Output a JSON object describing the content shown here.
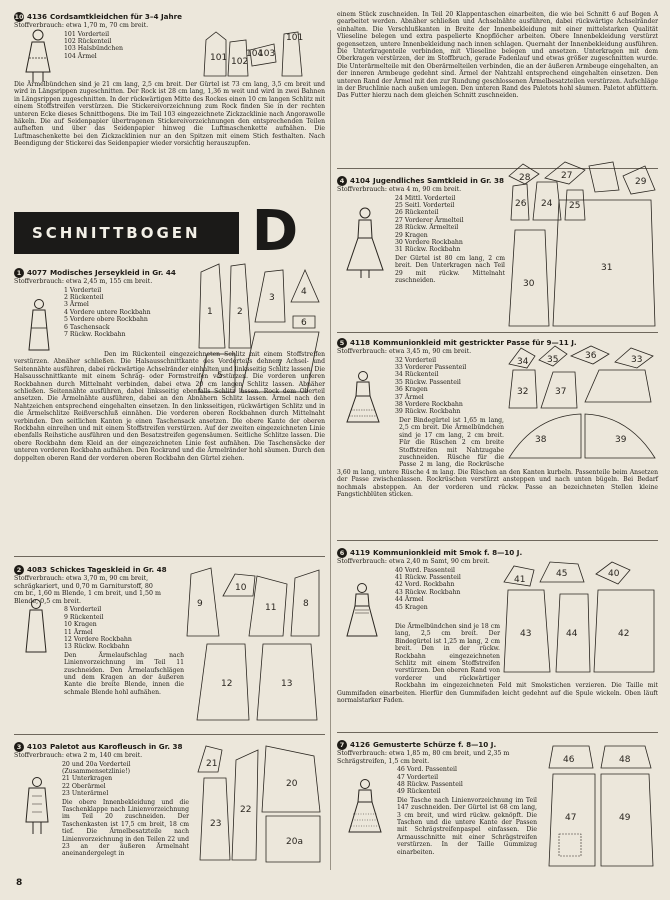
{
  "banner": {
    "title": "SCHNITTBOGEN",
    "letter": "D"
  },
  "page_number": "8",
  "sections": {
    "s10": {
      "num": "10",
      "pattern": "4136",
      "title": "Cordsamtkleidchen für 3–4 Jahre",
      "usage": "Stoffverbrauch: etwa 1,70 m, 70 cm breit.",
      "items": [
        "101 Vorderteil",
        "102 Rückenteil",
        "103 Halsbündchen",
        "104 Ärmel"
      ],
      "body": "Die Ärmelbündchen sind je 21 cm lang, 2,5 cm breit. Der Gürtel ist 73 cm lang, 3,5 cm breit und wird in Längsrippen zugeschnitten. Der Rock ist 28 cm lang, 1,36 m weit und wird in zwei Bahnen in Längsrippen zugeschnitten. In der rückwärtigen Mitte des Rockes einen 10 cm langen Schlitz mit einem Stoffstreifen verstürzen. Die Stickereivorzeichnung zum Rock finden Sie in der rechten unteren Ecke dieses Schnittbogens. Die im Teil 103 eingezeichnete Zickzacklinie nach Angorawolle häkeln. Die auf Seidenpapier übertragenen Stickereivorzeichnungen den entsprechenden Teilen aufheften und über das Seidenpapier hinweg die Luftmaschenkette aufnähen. Die Luftmaschenkette bei den Zickzacklinien nur an den Spitzen mit einem Stich festhalten. Nach Beendigung der Stickerei das Seidenpapier wieder vorsichtig herauszupfen."
    },
    "s1": {
      "num": "1",
      "pattern": "4077",
      "title": "Modisches Jerseykleid in Gr. 44",
      "usage": "Stoffverbrauch: etwa 2,45 m, 155 cm breit.",
      "items": [
        "1 Vorderteil",
        "2 Rückenteil",
        "3 Ärmel",
        "4 Vordere untere Rockbahn",
        "5 Vordere obere Rockbahn",
        "6 Taschensack",
        "7 Rückw. Rockbahn"
      ],
      "body": "Den im Rückenteil eingezeichneten Schlitz mit einem Stoffstreifen verstürzen. Abnäher schließen. Die Halsausschnittkante des Vorderteils dehnen. Achsel- und Seitennähte ausführen, dabei rückwärtige Achselränder einhalten und linksseitig Schlitz lassen. Die Halsausschnittkante mit einem Schräg- oder Formstreifen verstürzen. Die vorderen unteren Rockbahnen durch Mittelnaht verbinden, dabei etwa 20 cm langen Schlitz lassen. Abnäher schließen. Seitennähte ausführen, dabei linksseitig ebenfalls Schlitz lassen. Rock dem Oberteil ansetzen. Die Ärmelnähte ausführen, dabei an den Abnähern Schlitz lassen. Ärmel nach den Nahtzeichen entsprechend eingehalten einsetzen. In den linksseitigen, rückwärtigen Schlitz und in die Ärmelschlitze Reißverschluß einnähen. Die vorderen oberen Rockbahnen durch Mittelnaht verbinden. Den seitlichen Kanten je einen Taschensack ansetzen. Die obere Kante der oberen Rockbahn einreihen und mit einem Stoffstreifen verstürzen. Auf der zweiten eingezeichneten Linie ebenfalls Reihstiche ausführen und den Besatzstreifen gegensäumen. Seitliche Schlitze lassen. Die obere Rockbahn dem Kleid an der eingezeichneten Linie fest aufnähen. Die Taschensäcke der unteren vorderen Rockbahn aufnähen. Den Rockrand und die Ärmelränder hohl säumen. Durch den doppelten oberen Rand der vorderen oberen Rockbahn den Gürtel ziehen."
    },
    "s2": {
      "num": "2",
      "pattern": "4083",
      "title": "Schickes Tageskleid in Gr. 48",
      "usage": "Stoffverbrauch: etwa 3,70 m, 90 cm breit, schrägkariert, und 0,70 m Garniturstoff, 80 cm br., 1,60 m Blende, 1 cm breit, und 1,50 m Blende, 0,5 cm breit.",
      "items": [
        "8 Vorderteil",
        "9 Rückenteil",
        "10 Kragen",
        "11 Ärmel",
        "12 Vordere Rockbahn",
        "13 Rückw. Rockbahn"
      ],
      "body": "Den Ärmelaufschlag nach Linienvorzeichnung im Teil 11 zuschneiden. Den Ärmelaufschlägen und dem Kragen an der äußeren Kante die breite Blende, innen die schmale Blende hohl aufnähen."
    },
    "s3": {
      "num": "3",
      "pattern": "4103",
      "title": "Paletot aus Karofleusch in Gr. 38",
      "usage": "Stoffverbrauch: etwa 2 m, 140 cm breit.",
      "items": [
        "20 und 20a Vorderteil (Zusammensetzlinie!)",
        "21 Unterkragen",
        "22 Oberärmel",
        "23 Unterärmel"
      ],
      "body": "Die obere Innenbekleidung und die Taschenklappe nach Linienvorzeichnung im Teil 20 zuschneiden. Der Taschenkasten ist 17,5 cm breit, 18 cm tief. Die Ärmelbesatzteile nach Linienvorzeichnung in den Teilen 22 und 23 an der äußeren Ärmelnaht aneinandergelegt in"
    },
    "s3cont": {
      "body": "einem Stück zuschneiden. In Teil 20 Klappentaschen einarbeiten, die wie bei Schnitt 6 auf Bogen A gearbeitet werden. Abnäher schließen und Achselnähte ausführen, dabei rückwärtige Achselränder einhalten. Die Verschlußkanten in Breite der Innenbekleidung mit einer mittelstarken Qualität Vlieseline belegen und extra paspelierte Knopflöcher arbeiten. Obere Innenbekleidung verstürzt gegensetzen, untere Innenbekleidung nach innen schlagen. Quernaht der Innenbekleidung ausführen. Die Unterkragenteile verbinden, mit Vlieseline belegen und ansetzen. Unterkragen mit dem Oberkragen verstürzen, der im Stoffbruch, gerade Fadenlauf und etwas größer zugeschnitten wurde. Die Unterärmelteile mit den Oberärmelteilen verbinden, die an der äußeren Armbeuge eingehalten, an der inneren Armbeuge gedehnt sind. Ärmel der Nahtzahl entsprechend eingehalten einsetzen. Den unteren Rand der Ärmel mit den zur Rundung geschlossenen Ärmelbesatzteilen verstürzen. Aufschläge in der Bruchlinie nach außen umlegen. Den unteren Rand des Paletots hohl säumen. Paletot abfüttern. Das Futter hierzu nach dem gleichen Schnitt zuschneiden."
    },
    "s4": {
      "num": "4",
      "pattern": "4104",
      "title": "Jugendliches Samtkleid in Gr. 38",
      "usage": "Stoffverbrauch: etwa 4 m, 90 cm breit.",
      "items": [
        "24 Mittl. Vorderteil",
        "25 Seitl. Vorderteil",
        "26 Rückenteil",
        "27 Vorderer Ärmelteil",
        "28 Rückw. Ärmelteil",
        "29 Kragen",
        "30 Vordere Rockbahn",
        "31 Rückw. Rockbahn"
      ],
      "body": "Der Gürtel ist 80 cm lang, 2 cm breit. Den Unterkragen nach Teil 29 mit rückw. Mittelnaht zuschneiden."
    },
    "s5": {
      "num": "5",
      "pattern": "4118",
      "title": "Kommunionkleid mit gestrickter Passe für 9—11 J.",
      "usage": "Stoffverbrauch: etwa 3,45 m, 90 cm breit.",
      "items": [
        "32 Vorderteil",
        "33 Vorderer Passenteil",
        "34 Rückenteil",
        "35 Rückw. Passenteil",
        "36 Kragen",
        "37 Ärmel",
        "38 Vordere Rockbahn",
        "39 Rückw. Rockbahn"
      ],
      "body": "Der Bindegürtel ist 1,65 m lang, 2,5 cm breit. Die Ärmelbündchen sind je 17 cm lang, 2 cm breit. Für die Rüschen 2 cm breite Stoffstreifen mit Nahtzugabe zuschneiden. Rüsche für die Passe 2 m lang, die Rockrüsche 3,60 m lang, untere Rüsche 4 m lang. Die Rüschen an den Kanten kurbeln. Passenteile beim Ansetzen der Passe zwischenlassen. Rockrüschen verstürzt ansteppen und nach unten bügeln. Bei Bedarf nochmals absteppen. An der vorderen und rückw. Passe an bezeichneten Stellen kleine Fangstichblüten sticken."
    },
    "s6": {
      "num": "6",
      "pattern": "4119",
      "title": "Kommunionkleid mit Smok f. 8—10 J.",
      "usage": "Stoffverbrauch: etwa 2,40 m Samt, 90 cm breit.",
      "items": [
        "40 Vord. Passenteil",
        "41 Rückw. Passenteil",
        "42 Vord. Rockbahn",
        "43 Rückw. Rockbahn",
        "44 Ärmel",
        "45 Kragen"
      ],
      "body": "Die Ärmelbündchen sind je 18 cm lang, 2,5 cm breit. Der Bindegürtel ist 1,25 m lang, 2 cm breit. Den in der rückw. Rockbahn eingezeichneten Schlitz mit einem Stoffstreifen verstürzen. Den oberen Rand von vorderer und rückwärtiger Rockbahn im eingezeichneten Feld mit Smokstichen verzieren. Die Taille mit Gummifaden einarbeiten. Hierfür den Gummifaden leicht gedehnt auf die Spule wickeln. Oben läuft normalstarker Faden."
    },
    "s7": {
      "num": "7",
      "pattern": "4126",
      "title": "Gemusterte Schürze f. 8—10 J.",
      "usage": "Stoffverbrauch: etwa 1,85 m, 80 cm breit, und 2,35 m Schrägstreifen, 1,5 cm breit.",
      "items": [
        "46 Vord. Passenteil",
        "47 Vorderteil",
        "48 Rückw. Passenteil",
        "49 Rückenteil"
      ],
      "body": "Die Tasche nach Linienvorzeichnung im Teil 147 zuschneiden. Der Gürtel ist 68 cm lang, 3 cm breit, und wird rückw. geknöpft. Die Taschen und die untere Kante der Passen mit Schrägstreifenpaspel einfassen. Die Armausschnitte mit einer Schrägstreifen verstürzen. In der Taille Gummizug einarbeiten."
    }
  },
  "pattern_piece_labels": {
    "p10": [
      "101",
      "102",
      "104",
      "103",
      "101"
    ],
    "p1": [
      "1",
      "2",
      "3",
      "4",
      "5",
      "6",
      "7"
    ],
    "p2": [
      "9",
      "10",
      "11",
      "8",
      "12",
      "13"
    ],
    "p3": [
      "21",
      "23",
      "22",
      "20",
      "20a"
    ],
    "p4": [
      "28",
      "27",
      "26",
      "29",
      "24",
      "25",
      "30",
      "31"
    ],
    "p5": [
      "34",
      "35",
      "36",
      "33",
      "32",
      "37",
      "38",
      "39"
    ],
    "p6": [
      "41",
      "45",
      "40",
      "43",
      "44",
      "42"
    ],
    "p7": [
      "46",
      "48",
      "47",
      "49"
    ]
  }
}
